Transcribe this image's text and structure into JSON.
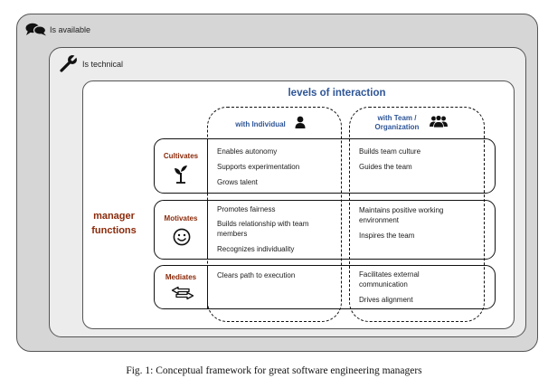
{
  "frames": {
    "available_label": "Is available",
    "technical_label": "Is technical"
  },
  "levels_title": "levels of interaction",
  "columns": {
    "individual": "with Individual",
    "team_line1": "with Team /",
    "team_line2": "Organization"
  },
  "manager_functions": [
    "manager",
    "functions"
  ],
  "rows": [
    {
      "label": "Cultivates",
      "icon": "sprout-icon",
      "individual": [
        "Enables autonomy",
        "Supports experimentation",
        "Grows talent"
      ],
      "team": [
        "Builds team culture",
        "Guides the team"
      ]
    },
    {
      "label": "Motivates",
      "icon": "smiley-icon",
      "individual": [
        "Promotes fairness",
        "Builds relationship with team",
        "members",
        "Recognizes individuality"
      ],
      "team": [
        "Maintains positive working",
        "environment",
        "Inspires the team"
      ]
    },
    {
      "label": "Mediates",
      "icon": "bidirectional-arrows-icon",
      "individual": [
        "Clears path to execution"
      ],
      "team": [
        "Facilitates external",
        "communication",
        "Drives alignment"
      ]
    }
  ],
  "caption": "Fig. 1: Conceptual framework for great software engineering managers",
  "colors": {
    "outer_fill": "#d6d6d6",
    "middle_fill": "#ececec",
    "title_blue": "#2e5597",
    "function_red": "#8b2a0a"
  }
}
